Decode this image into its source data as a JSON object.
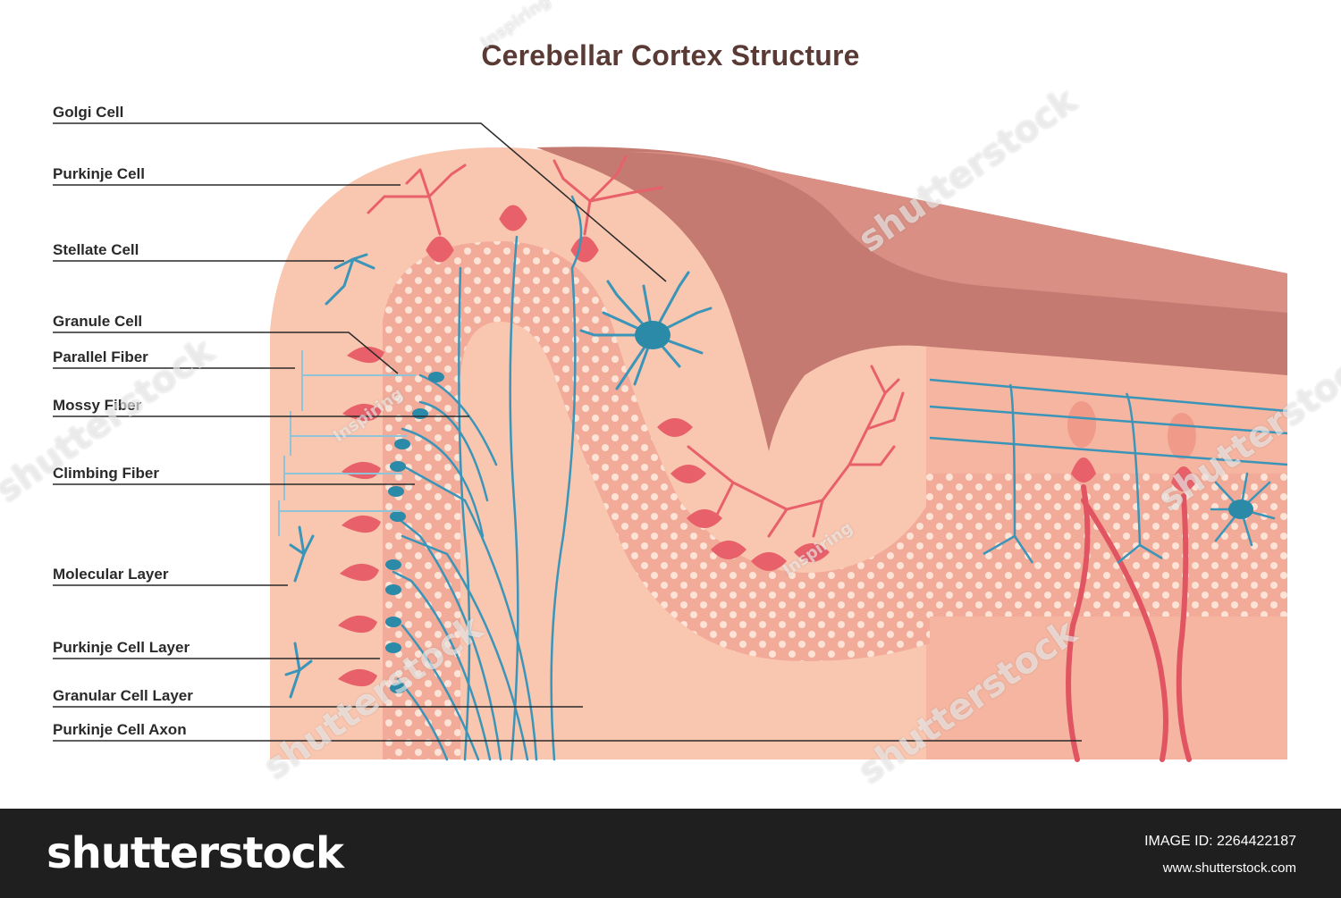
{
  "title": "Cerebellar Cortex Structure",
  "labels": [
    {
      "key": "golgi",
      "text": "Golgi Cell"
    },
    {
      "key": "purkinje",
      "text": "Purkinje Cell"
    },
    {
      "key": "stellate",
      "text": "Stellate Cell"
    },
    {
      "key": "granule",
      "text": "Granule Cell"
    },
    {
      "key": "parallel",
      "text": "Parallel Fiber"
    },
    {
      "key": "mossy",
      "text": "Mossy Fiber"
    },
    {
      "key": "climbing",
      "text": "Climbing Fiber"
    },
    {
      "key": "molecular",
      "text": "Molecular Layer"
    },
    {
      "key": "purkinje-layer",
      "text": "Purkinje Cell Layer"
    },
    {
      "key": "granular-layer",
      "text": "Granular Cell Layer"
    },
    {
      "key": "purkinje-axon",
      "text": "Purkinje Cell Axon"
    }
  ],
  "footer": {
    "brand": "shutterstock",
    "image_id": "IMAGE ID: 2264422187",
    "site": "www.shutterstock.com"
  },
  "watermarks": {
    "shutterstock": "shutterstock",
    "inspiring": "Inspiring"
  },
  "colors": {
    "tissue": "#f9c6b0",
    "tissue_dark": "#c47a70",
    "neuron_red": "#e8606a",
    "neuron_blue": "#3a95b8"
  }
}
